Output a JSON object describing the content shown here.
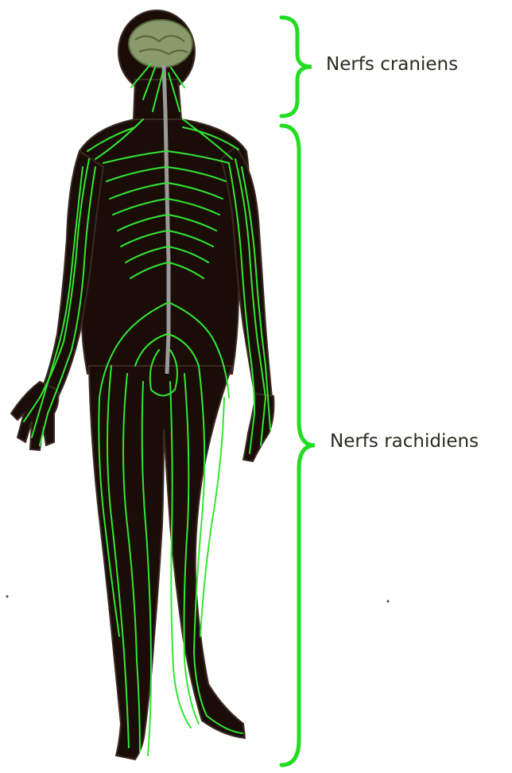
{
  "labels": {
    "cranial_nerves": "Nerfs craniens",
    "spinal_nerves": "Nerfs rachidiens"
  },
  "colors": {
    "background": "#ffffff",
    "body_silhouette": "#1a0d08",
    "nerves": "#33e633",
    "brace": "#22dd22",
    "brain": "#8a9a6a",
    "spinal_cord": "#9a9a9a",
    "label_text": "#2a2a1e"
  },
  "icons": {
    "figure": "human-body-nervous-system-illustration",
    "brace_top": "curly-brace",
    "brace_bottom": "curly-brace"
  }
}
